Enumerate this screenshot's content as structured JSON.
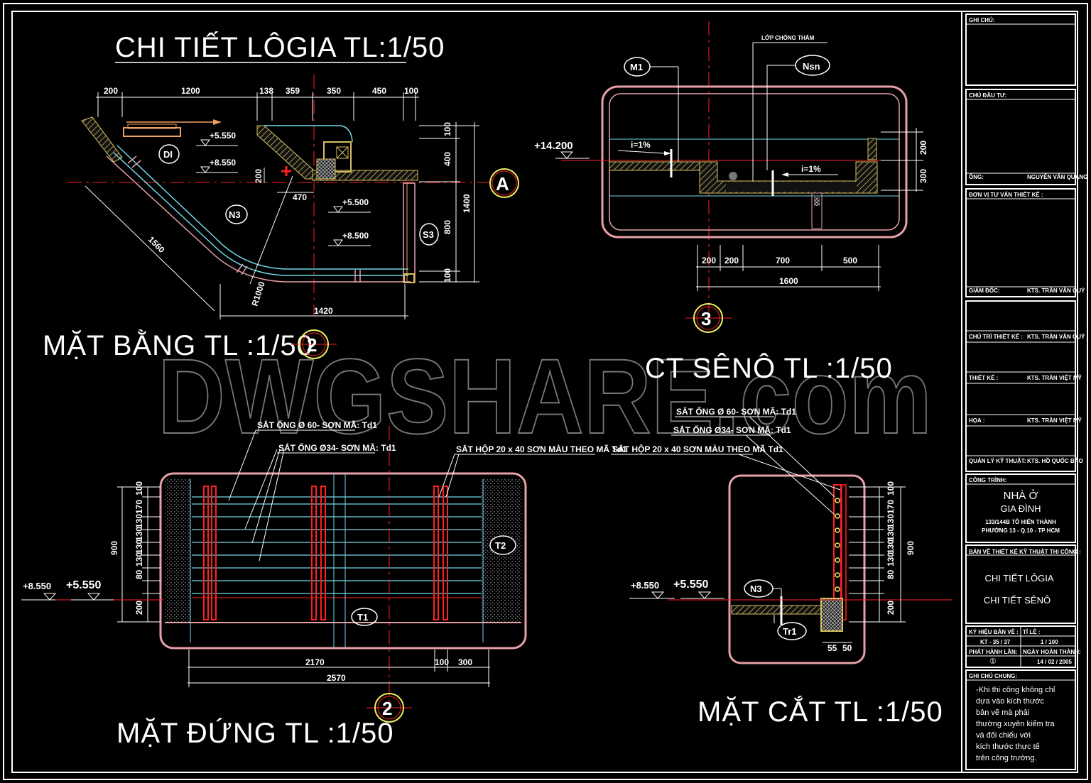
{
  "titles": {
    "loggia_detail": "CHI TIẾT LÔGIA   TL:1/50",
    "floor_plan": "MẶT BẰNG  TL :1/50",
    "gutter_detail": "CT SÊNÔ   TL :1/50",
    "elevation": "MẶT ĐỨNG  TL :1/50",
    "section": "MẶT CẮT  TL :1/50"
  },
  "watermark": "DWGSHARE.com",
  "markers": {
    "section_a": "A",
    "callout_2_plan": "2",
    "callout_3": "3",
    "callout_2_elev": "2"
  },
  "plan": {
    "top_dims": [
      "200",
      "1200",
      "138",
      "359",
      "350",
      "450",
      "100"
    ],
    "right_dims": [
      "100",
      "400",
      "800",
      "100"
    ],
    "right_total": "1400",
    "bottom_dim": "1420",
    "diag_dim": "1560",
    "radius": "R1000",
    "dim_470": "470",
    "dim_200": "200",
    "levels": [
      "+5.550",
      "+8.550",
      "+5.500",
      "+8.500"
    ],
    "tags": [
      "DI",
      "N3",
      "S3"
    ]
  },
  "gutter": {
    "labels": [
      "M1",
      "Nsn"
    ],
    "membrane": "LỚP CHỐNG THẤM",
    "level": "+14.200",
    "slope1": "i=1%",
    "slope2": "i=1%",
    "right_dims": [
      "200",
      "300"
    ],
    "bottom_dims": [
      "200",
      "200",
      "700",
      "500"
    ],
    "bottom_total": "1600"
  },
  "elevation": {
    "notes": [
      "SẮT ỐNG Ø 60- SƠN MÃ: Td1",
      "SẮT ỐNG Ø34- SƠN MÃ: Td1",
      "SẮT HỘP 20 x 40 SƠN MÀU THEO MÃ Td1"
    ],
    "left_dims": [
      "100",
      "170",
      "130",
      "130",
      "130",
      "130",
      "80",
      "200"
    ],
    "left_total": "900",
    "levels": [
      "+8.550",
      "+5.550"
    ],
    "tags": [
      "T1",
      "T2"
    ],
    "bottom_dims": [
      "2170",
      "100",
      "300"
    ],
    "bottom_total": "2570"
  },
  "section": {
    "notes": [
      "SẮT ỐNG Ø 60- SƠN MÃ: Td1",
      "SẮT ỐNG Ø34- SƠN MÃ: Td1",
      "SẮT HỘP 20 x 40 SƠN MÀU THEO MÃ Td1"
    ],
    "right_dims": [
      "100",
      "170",
      "130",
      "130",
      "130",
      "130",
      "80",
      "200"
    ],
    "right_total": "900",
    "levels": [
      "+8.550",
      "+5.550"
    ],
    "tags": [
      "N3",
      "Tr1"
    ],
    "bottom_dims": [
      "55",
      "50"
    ]
  },
  "title_block": {
    "ghi_chu": "GHI CHÚ:",
    "chu_dau_tu": "CHỦ ĐẦU TƯ:",
    "ong_label": "ÔNG:",
    "ong_value": "NGUYỄN VĂN QUANG",
    "don_vi": "ĐƠN VỊ TƯ VẤN THIẾT KẾ :",
    "giam_doc": "GIÁM ĐỐC:",
    "giam_doc_val": "KTS. TRẦN VĂN QUÝ",
    "chu_tri": "CHỦ TRÌ THIẾT KẾ :",
    "chu_tri_val": "KTS. TRẦN VĂN QUÝ",
    "thiet_ke": "THIẾT KẾ :",
    "thiet_ke_val": "KTS. TRẦN VIỆT MỸ",
    "hoa": "HỌA :",
    "hoa_val": "KTS. TRẦN VIỆT MỸ",
    "quan_ly": "QUẢN LÝ KỸ THUẬT:",
    "quan_ly_val": "KTS. HỒ QUỐC BẢO",
    "cong_trinh": "CÔNG TRÌNH:",
    "project1": "NHÀ Ở",
    "project2": "GIA ĐÌNH",
    "address1": "133/144B TÔ HIẾN THÀNH",
    "address2": "PHƯỜNG 13 - Q.10 - TP HCM",
    "ban_ve": "BẢN VẼ THIẾT KẾ KỸ THUẬT THI CÔNG :",
    "drawing1": "CHI TIẾT LÔGIA",
    "drawing2": "CHI TIẾT SÊNÔ",
    "ky_hieu": "KÝ HIỆU BẢN VẼ :",
    "ky_hieu_val": "KT - 35 / 37",
    "ti_le": "TỈ LỆ :",
    "ti_le_val": "1 / 100",
    "phat_hanh": "PHÁT HÀNH LẦN:",
    "phat_hanh_val": "①",
    "ngay": "NGÀY HOÀN THÀNH:",
    "ngay_val": "14 / 02 / 2005",
    "ghi_chu_chung": "GHI CHÚ CHUNG:",
    "general_note": [
      "-Khi thi công không chỉ",
      "dựa vào kích thước",
      "bản vẽ mà phải",
      "thường xuyên kiểm tra",
      "và đối chiếu với",
      "kích thước thực tế",
      "trên công trường."
    ]
  },
  "colors": {
    "background": "#000000",
    "frame": "#ffffff",
    "outline": "#e8a0a8",
    "dim": "#ffffff",
    "axis": "#ff2020",
    "cyan": "#6fd8e8",
    "yellow": "#f0f060",
    "hatch": "#d8c060"
  }
}
